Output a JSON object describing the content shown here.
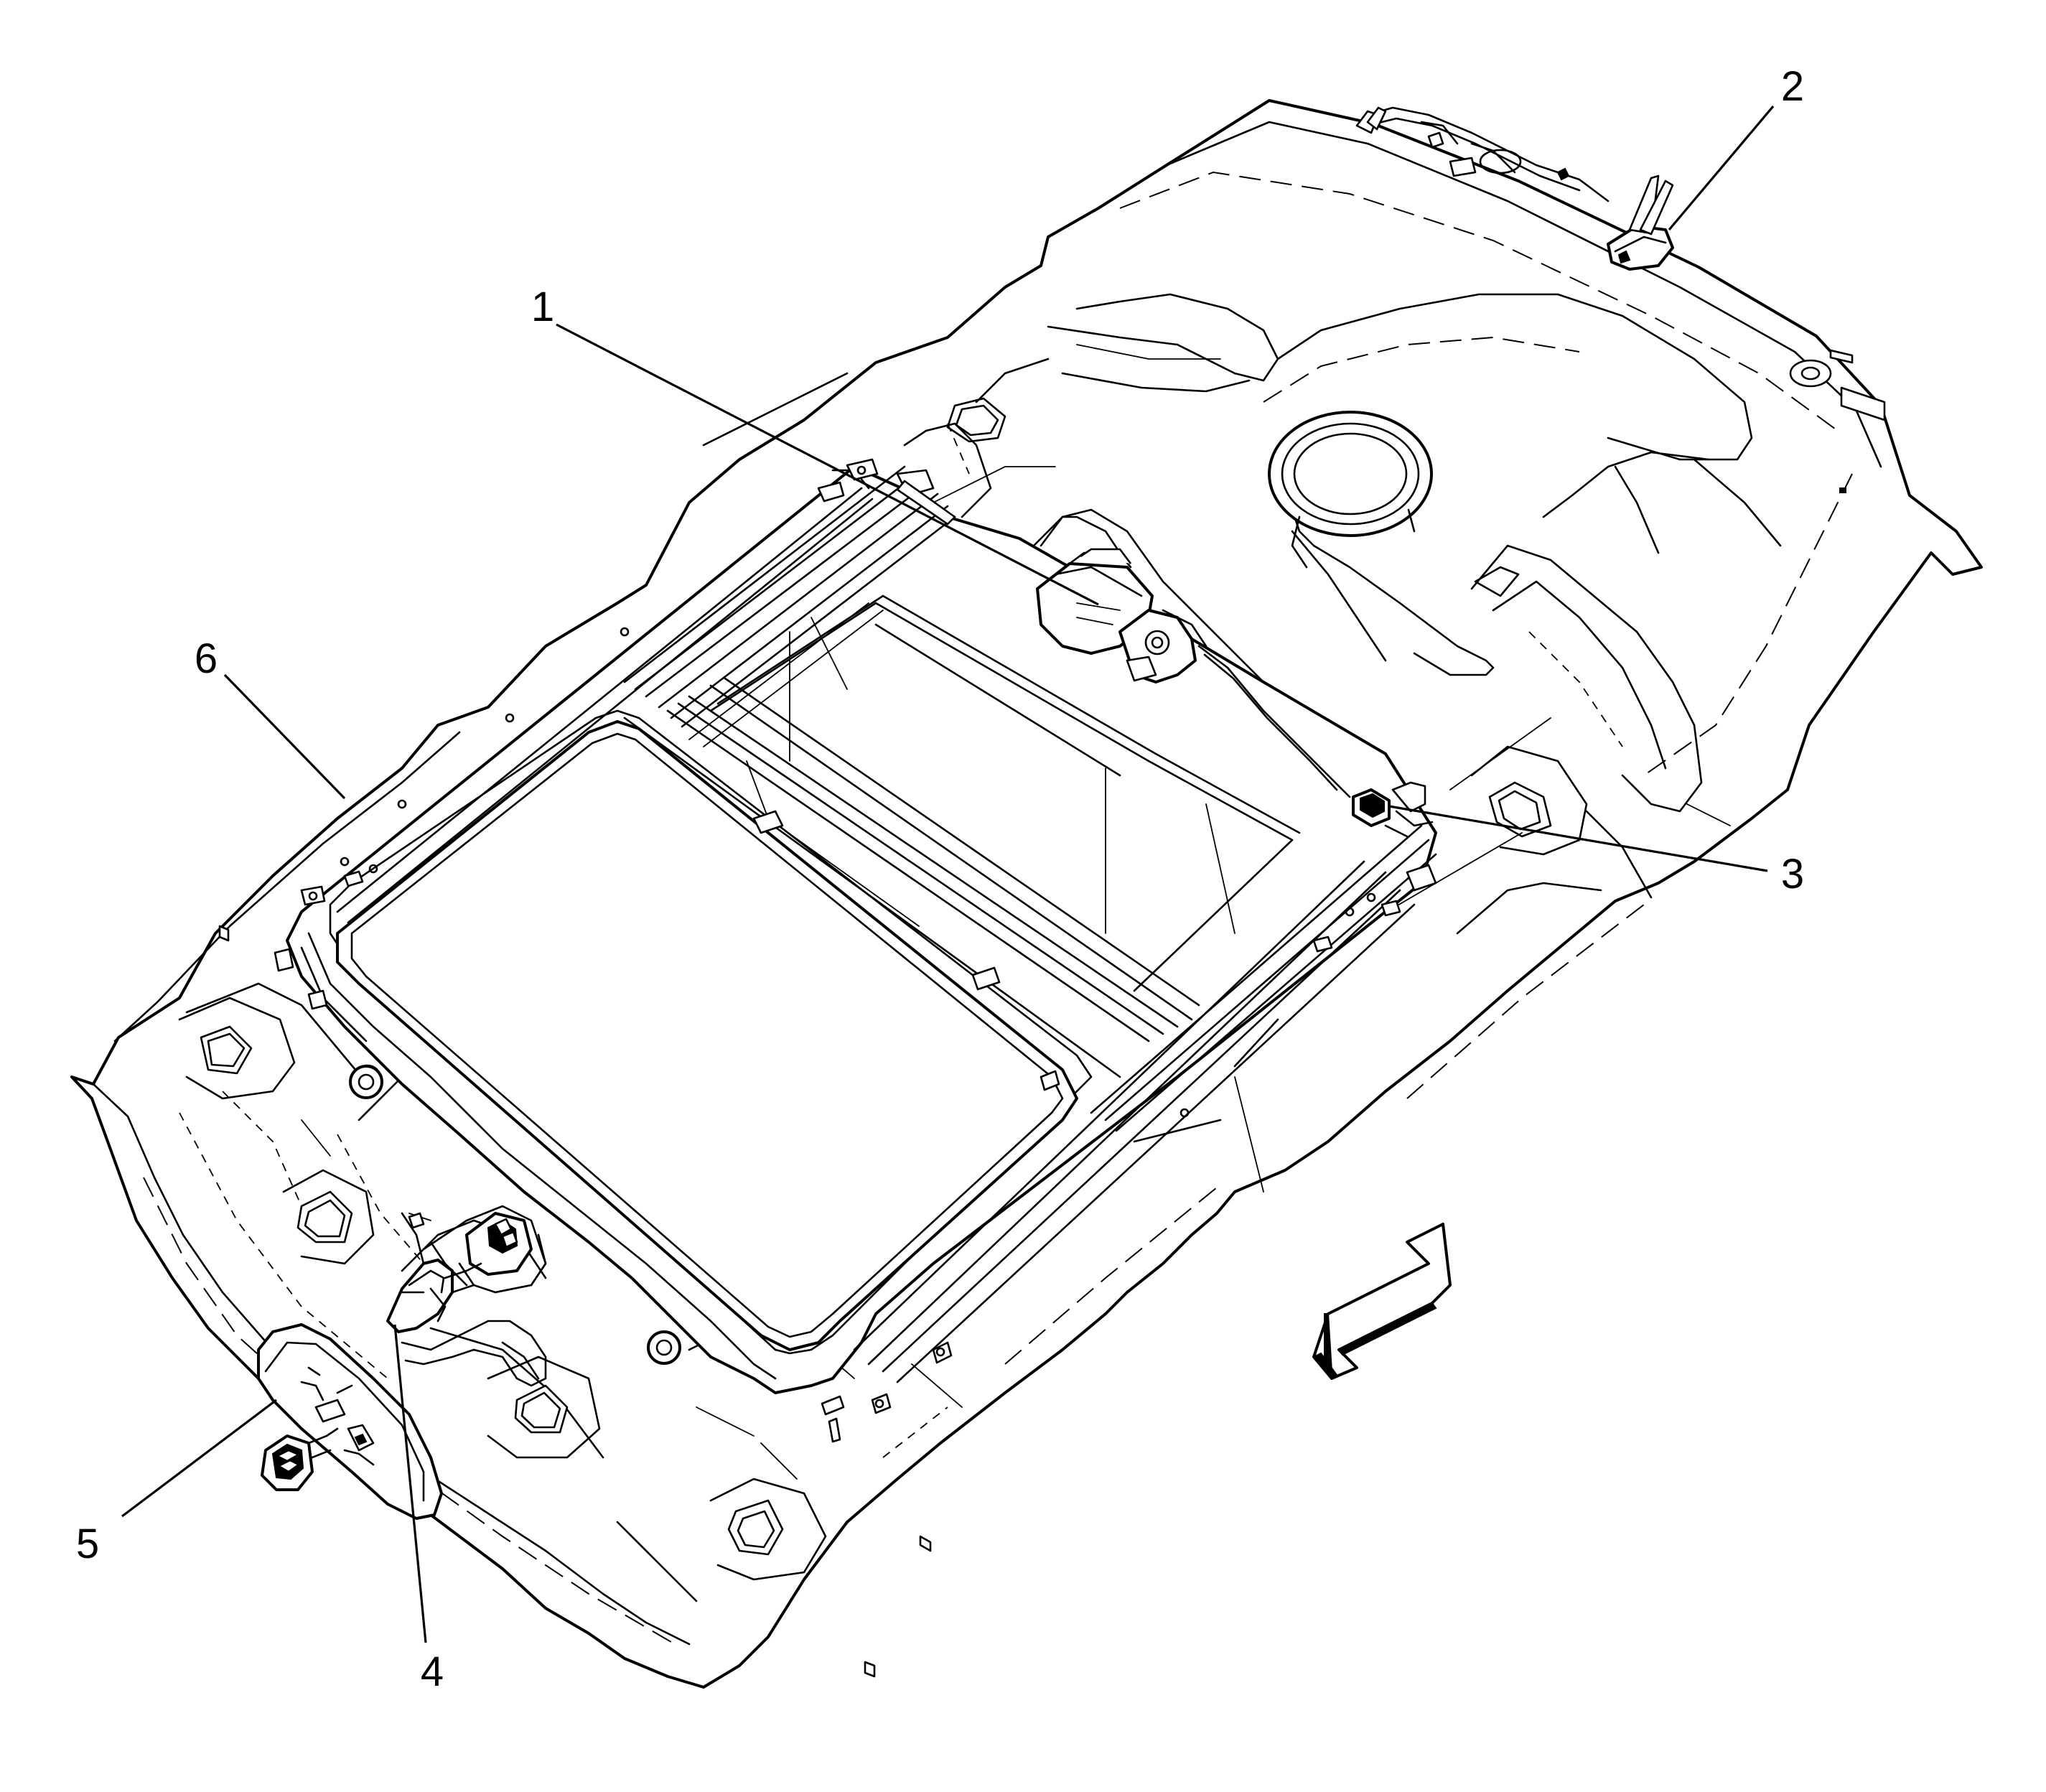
{
  "callouts": [
    {
      "id": "1",
      "text": "1"
    },
    {
      "id": "2",
      "text": "2"
    },
    {
      "id": "3",
      "text": "3"
    },
    {
      "id": "4",
      "text": "4"
    },
    {
      "id": "5",
      "text": "5"
    },
    {
      "id": "6",
      "text": "6"
    }
  ],
  "icons": {
    "direction": "front-direction-arrow-icon"
  }
}
